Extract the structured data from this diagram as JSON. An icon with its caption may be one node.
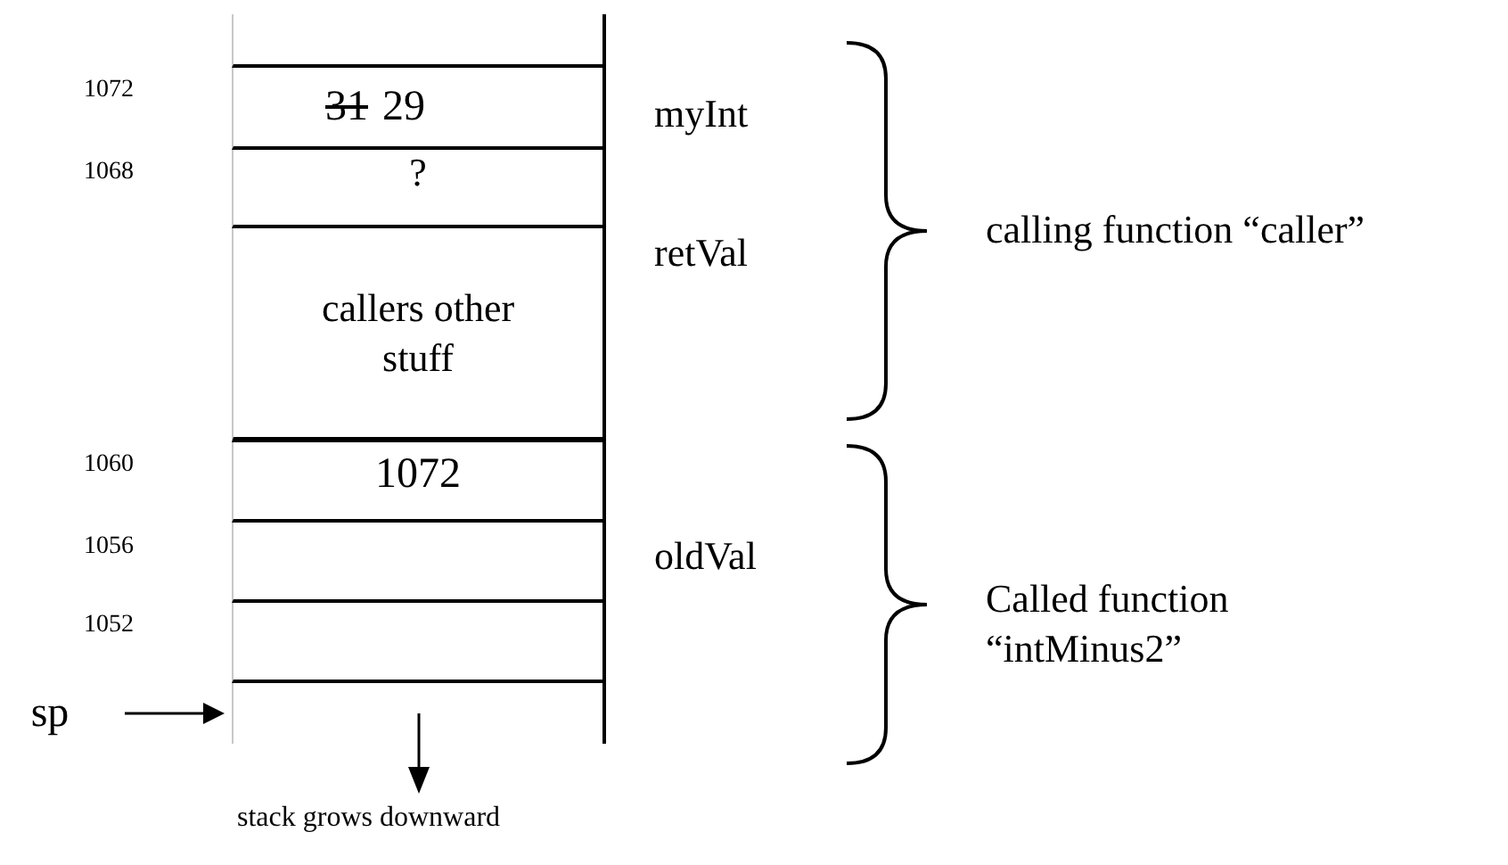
{
  "diagram": {
    "nodes": [
      {
        "text": [],
        "shape": "box"
      },
      {
        "text": [
          "31",
          "29"
        ]
      },
      {
        "text": [
          "?"
        ]
      },
      {
        "text": [
          "callers other stuff"
        ]
      },
      {
        "text": [
          "1072"
        ]
      },
      {
        "text": [],
        "shape": "box"
      },
      {
        "text": [],
        "shape": "box"
      },
      {
        "text": [
          "sp"
        ]
      },
      {
        "text": [],
        "shape": "box"
      }
    ],
    "edges": [
      {
        "from": 7,
        "to": 8,
        "arrow": "to"
      }
    ],
    "labels": [
      "1072",
      "myInt",
      "1068",
      "calling function “caller”",
      "retVal",
      "1060",
      "1056",
      "oldVal",
      "Called function “intMinus2”",
      "1052",
      "stack grows downward"
    ]
  }
}
